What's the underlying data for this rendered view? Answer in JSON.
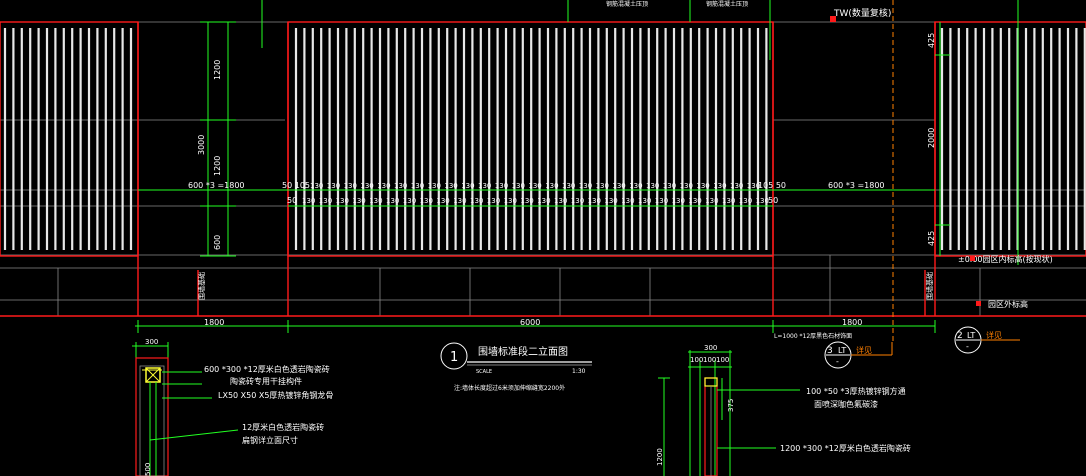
{
  "colors": {
    "background": "#000000",
    "red": "#ff1a1a",
    "green": "#22ff22",
    "white": "#ffffff",
    "grey": "#8a8a8a",
    "yellow": "#ffff33",
    "orange": "#ff7f00",
    "cyan": "#00e5ff"
  },
  "elevation": {
    "dims_left": [
      "1200",
      "1200",
      "600",
      "3000"
    ],
    "dims_right": [
      "425",
      "2000",
      "425"
    ],
    "span_left": "600 *3 =1800",
    "span_right": "600 *3 =1800",
    "row1_start": "50 105",
    "row1_end": "105 50",
    "row_unit": "130",
    "row2_start": "50",
    "row2_end": "50",
    "side_label_1": "围墙基础",
    "side_label_2": "围墙基础",
    "top_note_1": "钢筋混凝土压顶",
    "top_note_2": "钢筋混凝土压顶",
    "tw_label": "TW(数量复核)",
    "ground_label": "±0.00园区内标高(按现状)",
    "outside_label": "园区外标高",
    "bottom_dims": [
      "1800",
      "6000",
      "1800"
    ],
    "note_tag": "L=1000 *12厚黑色石材饰面"
  },
  "title": {
    "number": "1",
    "name": "围墙标准段二立面图",
    "scale_label": "SCALE",
    "scale_value": "1:30",
    "note": "注:墙体长度超过6米须加伸缩缝宽2200外"
  },
  "callouts": {
    "ref3_num": "3",
    "ref3_sheet": "LT",
    "ref3_text": "详见",
    "ref3_sub": "-",
    "ref2_num": "2",
    "ref2_sheet": "LT",
    "ref2_text": "详见",
    "ref2_sub": "-"
  },
  "section_a": {
    "width_dim": "300",
    "notes": [
      "600 *300 *12厚米白色透岩陶瓷砖",
      "陶瓷砖专用干挂构件",
      "LX50 X50 X5厚热镀锌角钢龙骨",
      "12厚米白色透岩陶瓷砖",
      "扁钢详立面尺寸"
    ],
    "height_dim": "500"
  },
  "section_b": {
    "top_dims": [
      "100",
      "100",
      "100"
    ],
    "total_dim": "300",
    "side_dim": "375",
    "height_dim": "1200",
    "notes": [
      "100 *50 *3厚热镀锌钢方通",
      "面喷深咖色氟碳漆",
      "1200 *300 *12厚米白色透岩陶瓷砖"
    ]
  }
}
